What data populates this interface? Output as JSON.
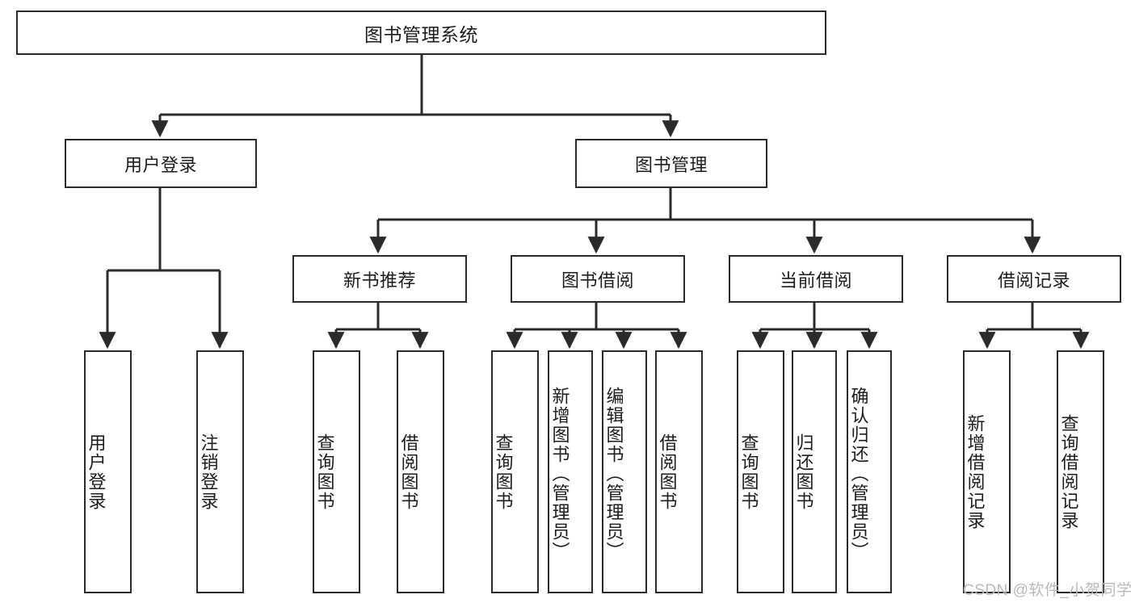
{
  "diagram": {
    "title": "图书管理系统",
    "type": "hierarchy-tree",
    "levels": 4,
    "nodes": {
      "root": {
        "label": "图书管理系统"
      },
      "level2": [
        {
          "id": "user-login",
          "label": "用户登录"
        },
        {
          "id": "book-management",
          "label": "图书管理"
        }
      ],
      "level3": [
        {
          "id": "new-book-recommend",
          "label": "新书推荐",
          "parent": "book-management"
        },
        {
          "id": "book-borrow",
          "label": "图书借阅",
          "parent": "book-management"
        },
        {
          "id": "current-borrow",
          "label": "当前借阅",
          "parent": "book-management"
        },
        {
          "id": "borrow-record",
          "label": "借阅记录",
          "parent": "book-management"
        }
      ],
      "leaves": [
        {
          "id": "leaf-user-login",
          "label": "用户登录",
          "parent": "user-login"
        },
        {
          "id": "leaf-logout-login",
          "label": "注销登录",
          "parent": "user-login"
        },
        {
          "id": "leaf-query-book-1",
          "label": "查询图书",
          "parent": "new-book-recommend"
        },
        {
          "id": "leaf-borrow-book-1",
          "label": "借阅图书",
          "parent": "new-book-recommend"
        },
        {
          "id": "leaf-query-book-2",
          "label": "查询图书",
          "parent": "book-borrow"
        },
        {
          "id": "leaf-add-book",
          "label": "新增图书（管理员）",
          "parent": "book-borrow"
        },
        {
          "id": "leaf-edit-book",
          "label": "编辑图书（管理员）",
          "parent": "book-borrow"
        },
        {
          "id": "leaf-borrow-book-2",
          "label": "借阅图书",
          "parent": "book-borrow"
        },
        {
          "id": "leaf-query-book-3",
          "label": "查询图书",
          "parent": "current-borrow"
        },
        {
          "id": "leaf-return-book",
          "label": "归还图书",
          "parent": "current-borrow"
        },
        {
          "id": "leaf-confirm-return",
          "label": "确认归还（管理员）",
          "parent": "current-borrow"
        },
        {
          "id": "leaf-add-record",
          "label": "新增借阅记录",
          "parent": "borrow-record"
        },
        {
          "id": "leaf-query-record",
          "label": "查询借阅记录",
          "parent": "borrow-record"
        }
      ]
    },
    "watermark": "CSDN @软件_小贺同学",
    "colors": {
      "stroke": "#2b2b2b",
      "fill": "#ffffff",
      "text": "#1c1c1c",
      "watermark": "#b9b9b9"
    }
  }
}
